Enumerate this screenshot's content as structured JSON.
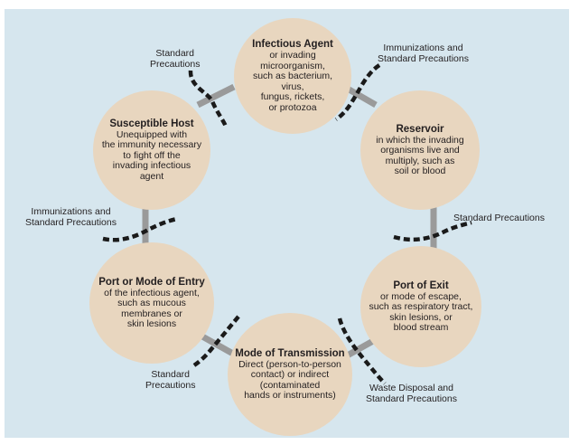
{
  "nodes": {
    "infectious_agent": {
      "title": "Infectious Agent",
      "desc": "or invading\nmicroorganism,\nsuch as bacterium, virus,\nfungus, rickets,\nor protozoa"
    },
    "reservoir": {
      "title": "Reservoir",
      "desc": "in which the invading\norganisms live and\nmultiply, such as\nsoil or blood"
    },
    "port_of_exit": {
      "title": "Port of Exit",
      "desc": "or mode of escape,\nsuch as respiratory tract,\nskin lesions, or\nblood stream"
    },
    "mode_of_transmission": {
      "title": "Mode of Transmission",
      "desc": "Direct (person-to-person\ncontact) or indirect\n(contaminated\nhands or instruments)"
    },
    "port_of_entry": {
      "title": "Port or Mode of Entry",
      "desc": "of the infectious agent,\nsuch as mucous\nmembranes or\nskin lesions"
    },
    "susceptible_host": {
      "title": "Susceptible Host",
      "desc": "Unequipped with\nthe immunity necessary\nto fight off the\ninvading infectious\nagent"
    }
  },
  "barriers": {
    "top_left": "Standard\nPrecautions",
    "top_right": "Immunizations and\nStandard Precautions",
    "right": "Standard Precautions",
    "bottom_right": "Waste Disposal and\nStandard Precautions",
    "bottom_left": "Standard\nPrecautions",
    "left": "Immunizations and\nStandard Precautions"
  },
  "colors": {
    "background": "#d6e6ee",
    "node_fill": "#e8d6bf",
    "connector": "#9a9a9a",
    "barrier": "#1a1a1a"
  }
}
